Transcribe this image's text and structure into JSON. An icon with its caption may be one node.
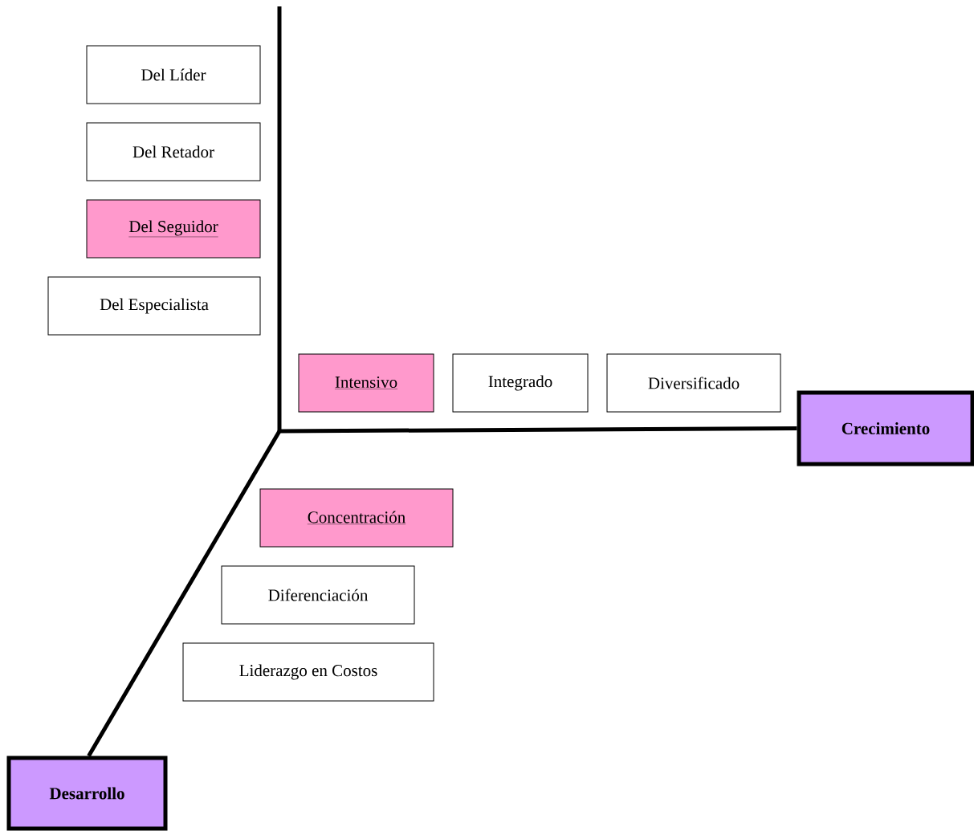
{
  "diagram": {
    "nodes": [
      {
        "text": [
          "Del Líder"
        ]
      },
      {
        "text": [
          "Del Retador"
        ]
      },
      {
        "text": [
          "Del Seguidor"
        ]
      },
      {
        "text": [
          "Del Especialista"
        ]
      },
      {
        "text": [
          "Intensivo"
        ]
      },
      {
        "text": [
          "Integrado"
        ]
      },
      {
        "text": [
          "Diversificado"
        ]
      },
      {
        "text": [
          "Crecimiento"
        ]
      },
      {
        "text": [
          "Concentración"
        ]
      },
      {
        "text": [
          "Diferenciación"
        ]
      },
      {
        "text": [
          "Liderazgo en Costos"
        ]
      },
      {
        "text": [
          "Desarrollo"
        ]
      }
    ],
    "edges": [
      {
        "from": null,
        "to": 7,
        "arrow": "none"
      },
      {
        "from": null,
        "to": 11,
        "arrow": "none"
      }
    ]
  }
}
